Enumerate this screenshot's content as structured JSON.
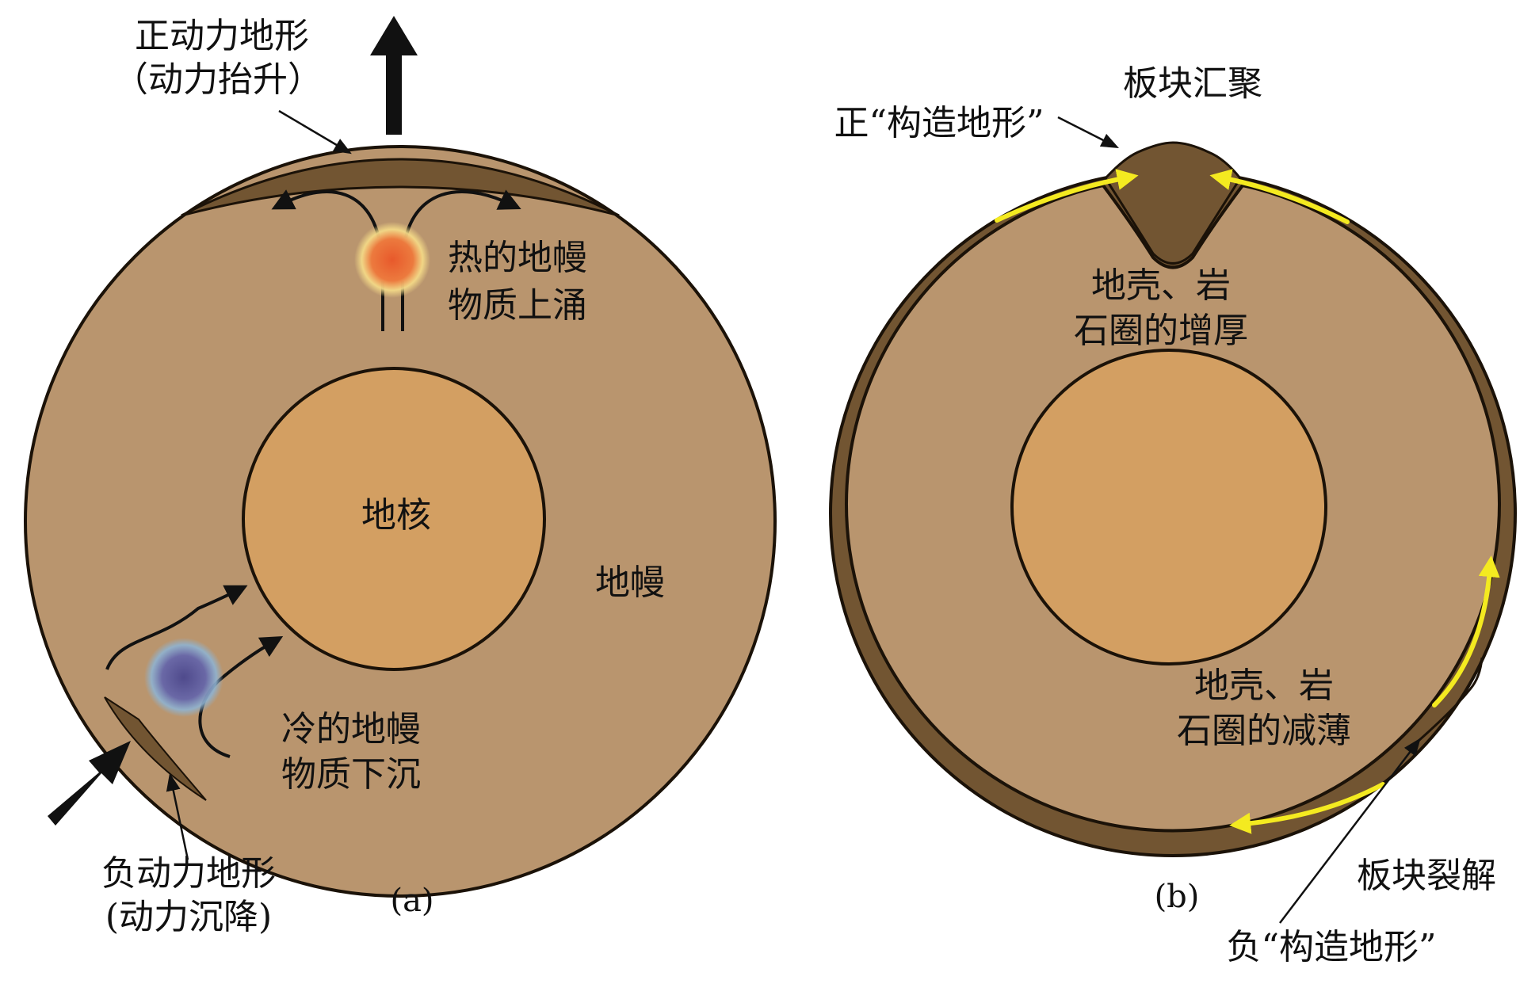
{
  "colors": {
    "mantle": "#b9956e",
    "core": "#d39f62",
    "crust": "#725532",
    "outline": "#1b1208",
    "hot_plume": "#e8592b",
    "hot_halo": "#f3d987",
    "cold_plume": "#5e5c99",
    "cold_halo": "#8fb3d1",
    "plate_arrow": "#f4ea20",
    "arrow": "#111111"
  },
  "panel_a": {
    "caption": "(a)",
    "core_label": "地核",
    "mantle_label": "地幔",
    "positive_topography": {
      "line1": "正动力地形",
      "line2": "（动力抬升）"
    },
    "hot_upwelling": {
      "line1": "热的地幔",
      "line2": "物质上涌"
    },
    "cold_sinking": {
      "line1": "冷的地幔",
      "line2": "物质下沉"
    },
    "negative_topography": {
      "line1": "负动力地形",
      "line2": "(动力沉降)"
    }
  },
  "panel_b": {
    "caption": "(b)",
    "convergence": "板块汇聚",
    "positive_tectonic": "正“构造地形”",
    "thickening": {
      "line1": "地壳、岩",
      "line2": "石圈的增厚"
    },
    "thinning": {
      "line1": "地壳、岩",
      "line2": "石圈的减薄"
    },
    "rifting": "板块裂解",
    "negative_tectonic": "负“构造地形”"
  }
}
